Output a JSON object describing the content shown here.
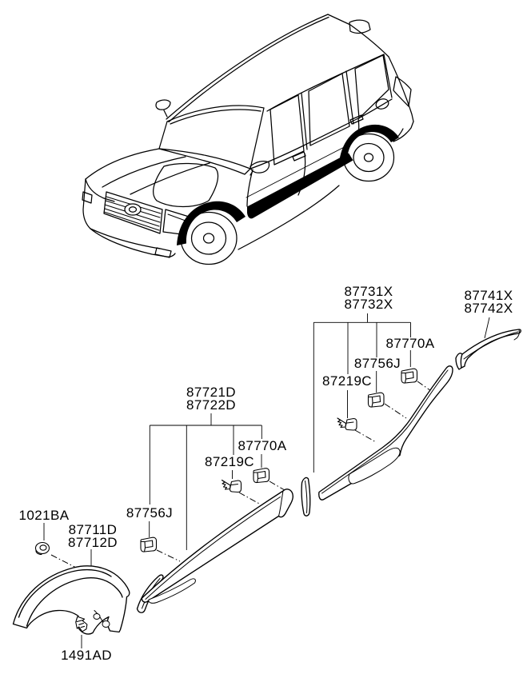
{
  "page": {
    "background": "#ffffff",
    "line_color": "#000000",
    "moulding_highlight_color": "#000000"
  },
  "illustration": {
    "type": "suv-three-quarter-front-line-art",
    "highlighted_area": "body-side-mouldings"
  },
  "icons": {
    "square_clip": "square-retainer-clip-icon",
    "screw_clip": "screw-fastener-icon",
    "grommet": "grommet-nut-icon",
    "push_clip": "push-rivet-clip-icon"
  },
  "labels": {
    "rear_door_moulding_1": "87731X",
    "rear_door_moulding_2": "87732X",
    "rear_arch_moulding_1": "87741X",
    "rear_arch_moulding_2": "87742X",
    "rear_clip_a": "87770A",
    "rear_clip_j": "87756J",
    "rear_screw": "87219C",
    "front_door_moulding_1": "87721D",
    "front_door_moulding_2": "87722D",
    "front_clip_a": "87770A",
    "front_screw": "87219C",
    "front_clip_j": "87756J",
    "grommet": "1021BA",
    "front_arch_moulding_1": "87711D",
    "front_arch_moulding_2": "87712D",
    "push_clip": "1491AD"
  }
}
